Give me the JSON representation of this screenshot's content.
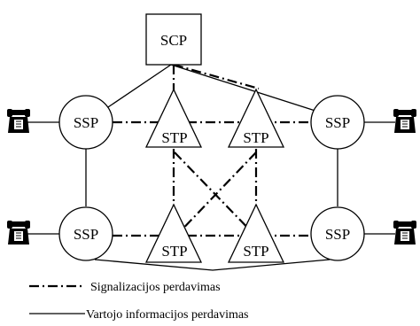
{
  "nodes": {
    "scp": "SCP",
    "ssp_top_left": "SSP",
    "ssp_top_right": "SSP",
    "ssp_bottom_left": "SSP",
    "ssp_bottom_right": "SSP",
    "stp_top_left": "STP",
    "stp_top_right": "STP",
    "stp_bottom_left": "STP",
    "stp_bottom_right": "STP"
  },
  "legend": {
    "signaling": "Signalizacijos perdavimas",
    "information": "Vartojo informacijos perdavimas"
  },
  "icons": {
    "terminal": "telephone-icon"
  }
}
